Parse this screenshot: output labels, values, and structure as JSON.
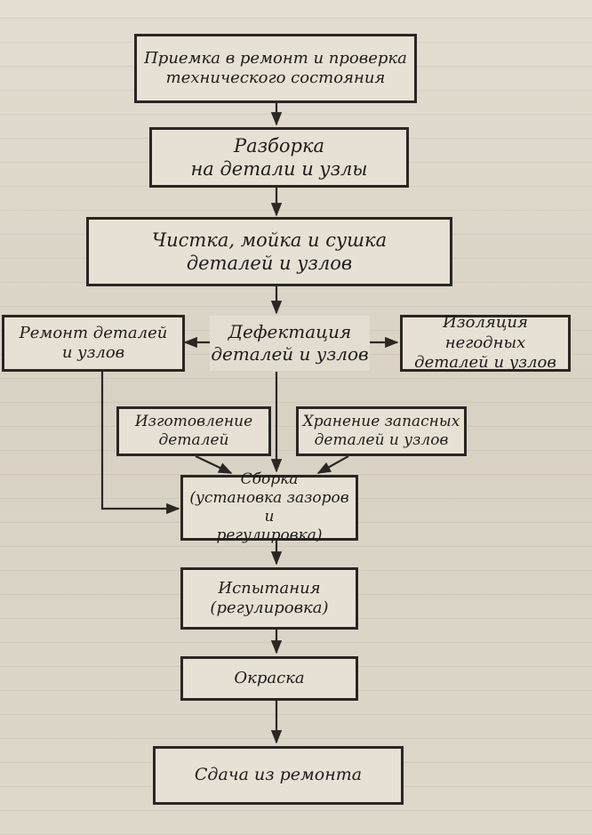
{
  "nodes": {
    "reception": {
      "lines": [
        "Приемка в ремонт и проверка",
        "технического состояния"
      ]
    },
    "disassembly": {
      "lines": [
        "Разборка",
        "на детали и узлы"
      ]
    },
    "cleaning": {
      "lines": [
        "Чистка, мойка и сушка",
        "деталей и узлов"
      ]
    },
    "repair": {
      "lines": [
        "Ремонт деталей",
        "и узлов"
      ]
    },
    "defect": {
      "lines": [
        "Дефектация",
        "деталей и узлов"
      ]
    },
    "isolation": {
      "lines": [
        "Изоляция негодных",
        "деталей и узлов"
      ]
    },
    "manufacturing": {
      "lines": [
        "Изготовление",
        "деталей"
      ]
    },
    "storage": {
      "lines": [
        "Хранение запасных",
        "деталей и узлов"
      ]
    },
    "assembly": {
      "lines": [
        "Сборка",
        "(установка зазоров и",
        "регулировка)"
      ]
    },
    "testing": {
      "lines": [
        "Испытания",
        "(регулировка)"
      ]
    },
    "painting": {
      "lines": [
        "Окраска"
      ]
    },
    "handover": {
      "lines": [
        "Сдача из ремонта"
      ]
    }
  },
  "colors": {
    "ink": "#2a2622",
    "paper": "#e2ddd0"
  }
}
